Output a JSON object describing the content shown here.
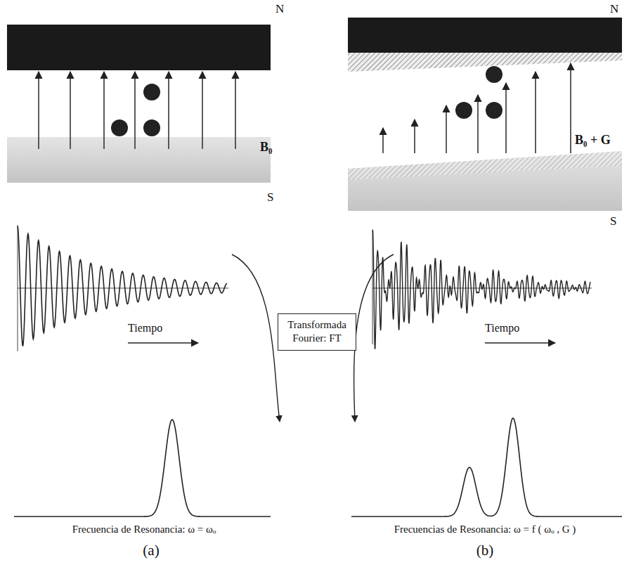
{
  "diagram": {
    "nodes": [
      {
        "text": [
          "Transformada Fourier: FT"
        ]
      }
    ],
    "labels": [
      "N",
      "B₀",
      "S",
      "N",
      "B₀ + G",
      "S",
      "Tiempo",
      "Tiempo",
      "Frecuencia de Resonancia:  ω = ωₒ",
      "Frecuencias de Resonancia:  ω = f ( ωₒ , G )",
      "(a)",
      "(b)"
    ]
  }
}
